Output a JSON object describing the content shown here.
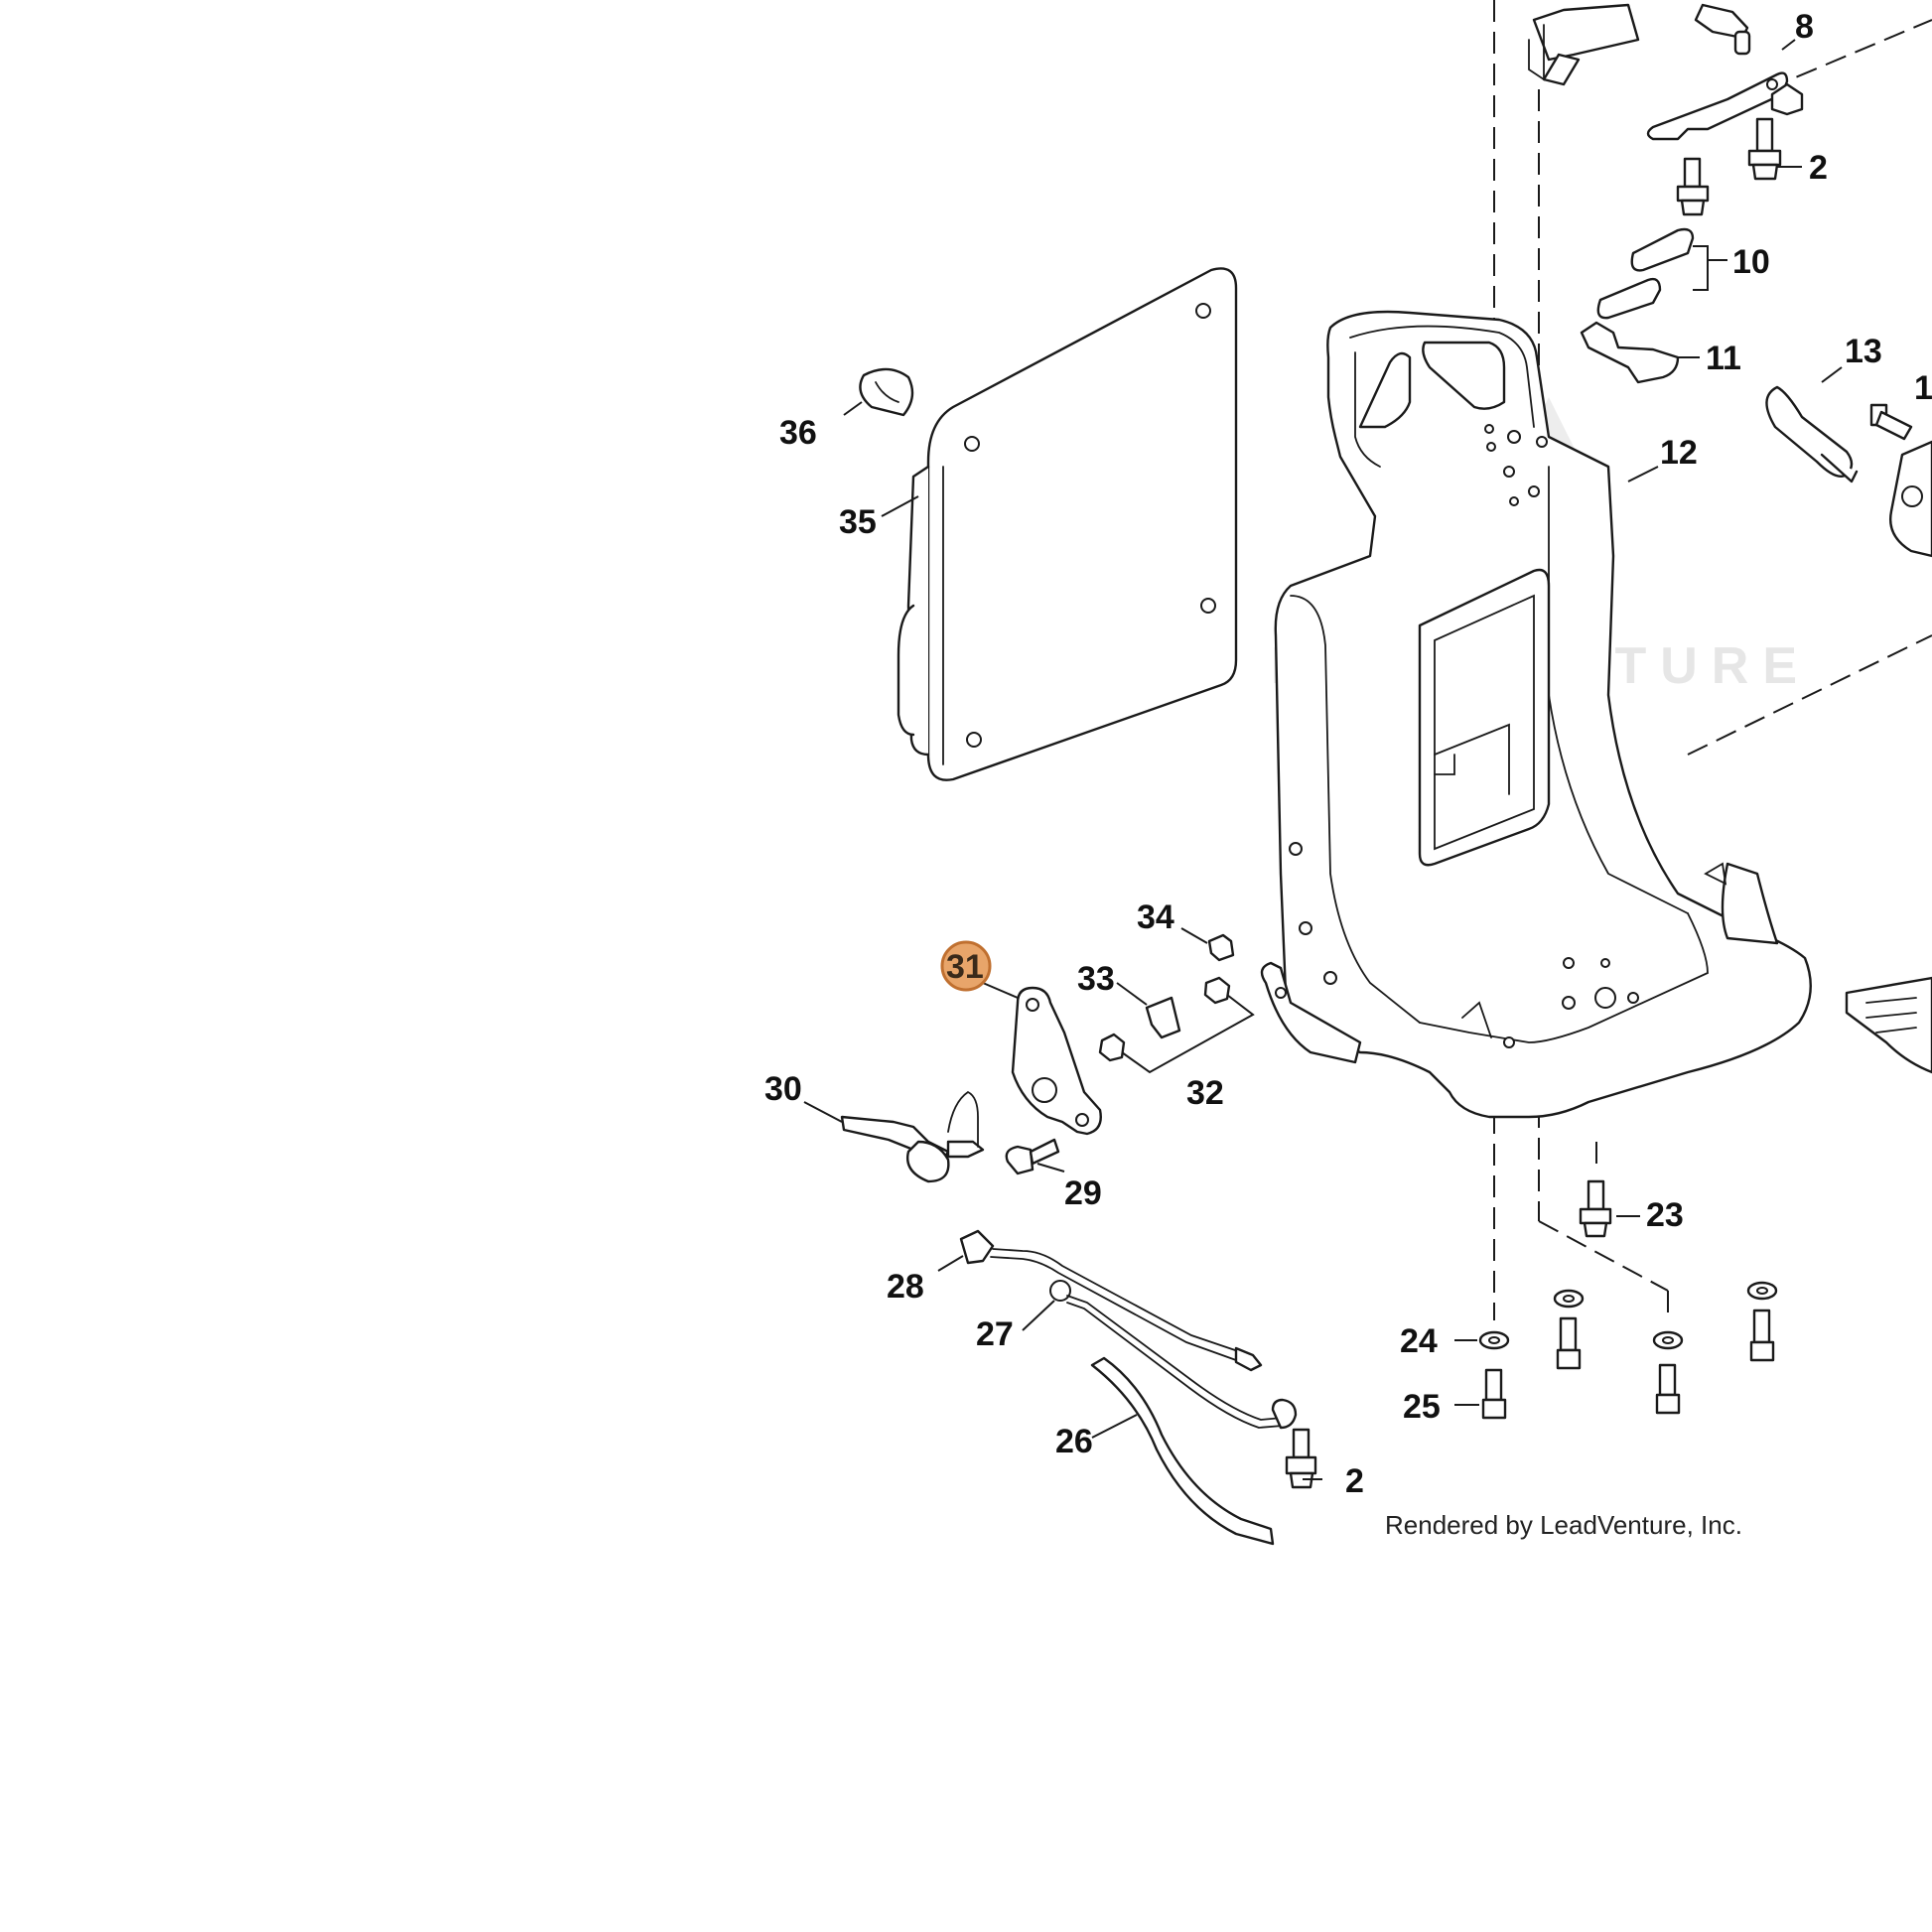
{
  "callouts": {
    "c2a": "2",
    "c2b": "2",
    "c8": "8",
    "c10": "10",
    "c11": "11",
    "c12": "12",
    "c13": "13",
    "c13b": "1",
    "c23": "23",
    "c24": "24",
    "c25": "25",
    "c26": "26",
    "c27": "27",
    "c28": "28",
    "c29": "29",
    "c30": "30",
    "c31": "31",
    "c32": "32",
    "c33": "33",
    "c34": "34",
    "c35": "35",
    "c36": "36"
  },
  "highlight": {
    "part": "31",
    "fill": "#E8A56A",
    "stroke": "#C07030"
  },
  "watermark": "LEADVENTURE",
  "credit": "Rendered by LeadVenture, Inc."
}
